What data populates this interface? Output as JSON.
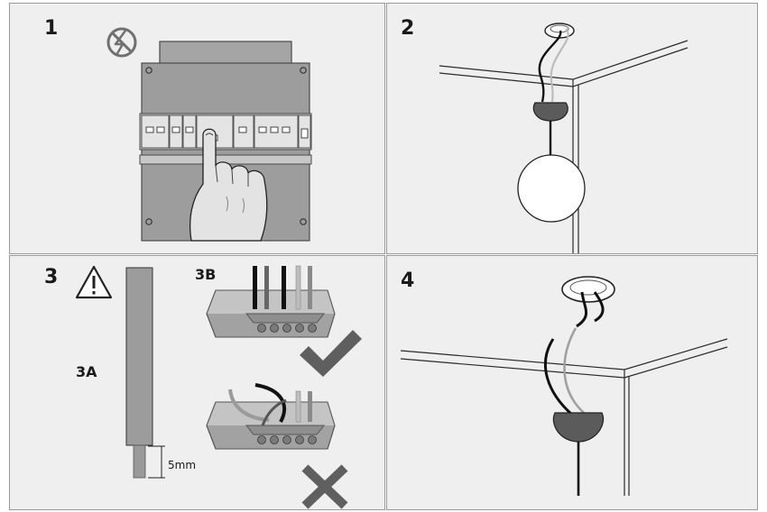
{
  "panels": {
    "step1": {
      "label": "1"
    },
    "step2": {
      "label": "2"
    },
    "step3": {
      "label": "3",
      "sub_a": "3A",
      "sub_b": "3B",
      "measurement": "5mm"
    },
    "step4": {
      "label": "4"
    }
  },
  "icons": {
    "no_power": "no-electricity-icon",
    "warning": "warning-triangle-icon",
    "correct": "checkmark-icon",
    "incorrect": "cross-icon"
  },
  "colors": {
    "panel_bg": "#efefef",
    "box_gray": "#9b9b9b",
    "dark_gray": "#555555",
    "wire_black": "#111111",
    "wire_gray": "#a8a8a8"
  }
}
